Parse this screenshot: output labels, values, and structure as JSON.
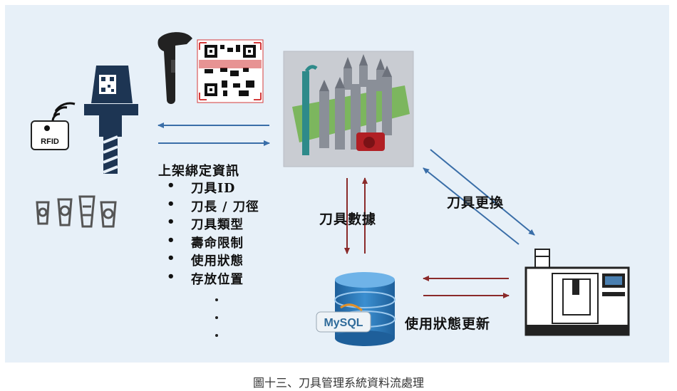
{
  "diagram": {
    "info_title": "上架綁定資訊",
    "info_items": [
      "刀具ID",
      "刀長 / 刀徑",
      "刀具類型",
      "壽命限制",
      "使用狀態",
      "存放位置"
    ],
    "ellipsis": "·",
    "label_tool_data": "刀具數據",
    "label_tool_change": "刀具更換",
    "label_status_update": "使用狀態更新",
    "rfid_label": "RFID",
    "mysql_label": "MySQL",
    "colors": {
      "panel": "#e7f0f8",
      "arrow_blue": "#3a6ea8",
      "arrow_red": "#8a2a2a"
    }
  },
  "caption": "圖十三、刀具管理系統資料流處理"
}
